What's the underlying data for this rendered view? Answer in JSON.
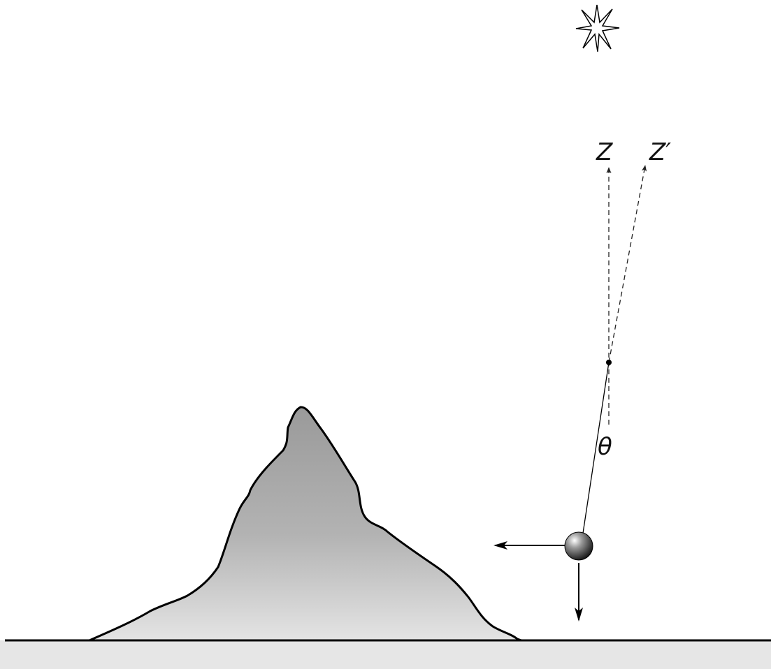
{
  "labels": {
    "zenith": "Z",
    "apparent_zenith": "Z′",
    "angle": "θ"
  },
  "colors": {
    "stroke": "#000000",
    "mountain_top": "#9a9a9a",
    "mountain_bottom": "#e4e4e4",
    "ground": "#e6e6e6",
    "bob_light": "#ffffff",
    "bob_dark": "#111111"
  },
  "icons": {
    "star": "star-icon"
  }
}
